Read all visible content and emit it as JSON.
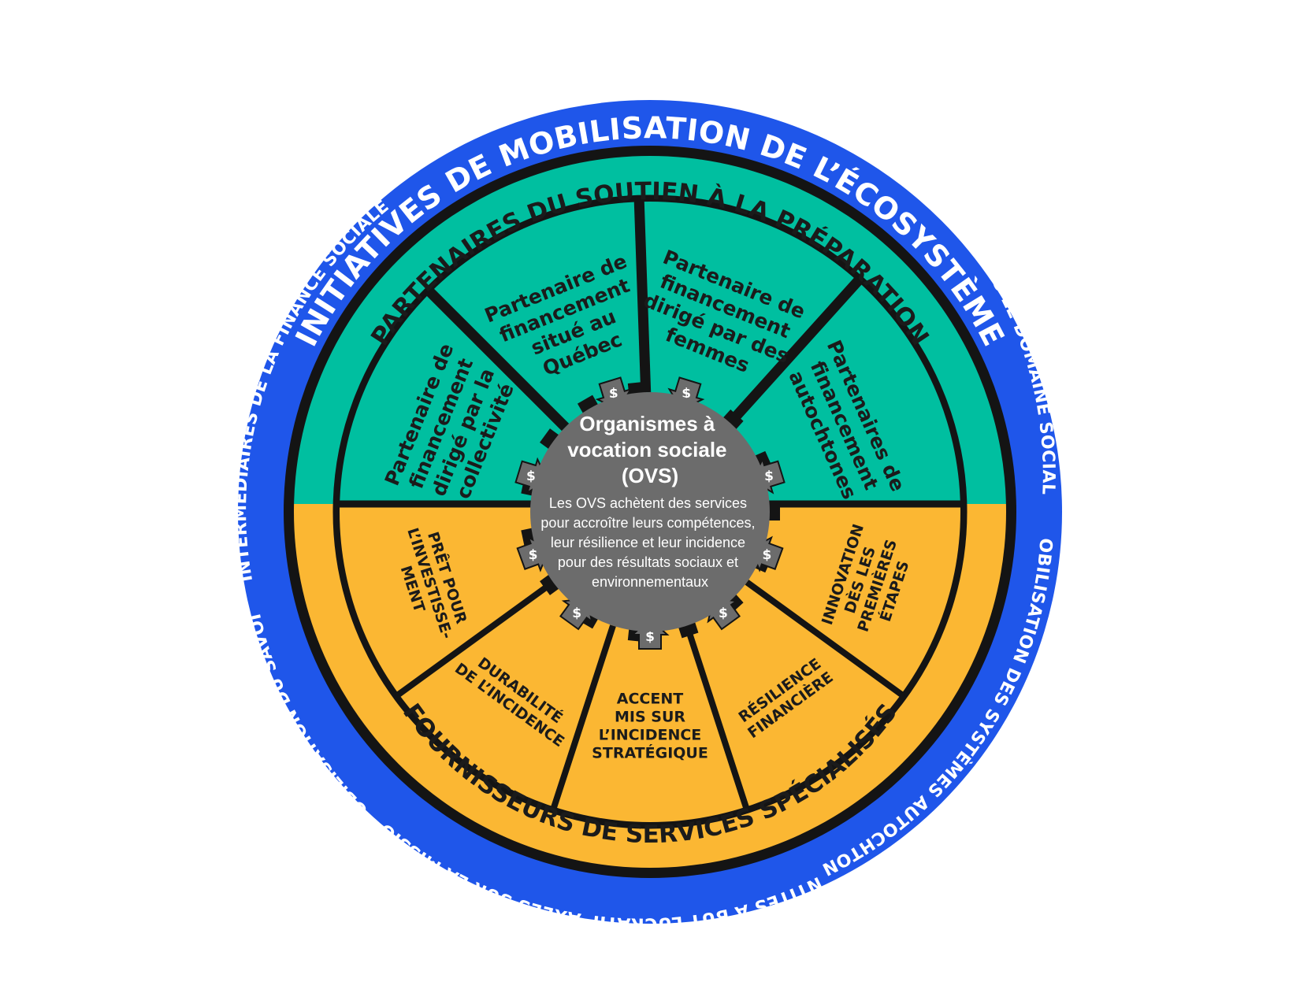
{
  "colors": {
    "outer_ring": "#1f56ea",
    "dark_ring": "#141414",
    "teal": "#00bfa0",
    "gold": "#fbb733",
    "hub": "#6c6c6c",
    "white": "#ffffff"
  },
  "outer_ring": {
    "title": "INITIATIVES DE MOBILISATION DE L’ÉCOSYSTÈME",
    "labels": [
      "INTERMÉDIAIRES DE LA FINANCE SOCIALE",
      "R ET D DANS LE DOMAINE SOCIAL",
      "MOBILISATION DES SYSTÈMES AUTOCHTONES",
      "ENTITÉS À BUT LUCRATIF AXÉES SUR LA MISSION",
      "MOBILISATION DU SAVOIR"
    ]
  },
  "top_band": {
    "title": "PARTENAIRES DU SOUTIEN À LA PRÉPARATION",
    "segments": [
      {
        "lines": [
          "Partenaire de",
          "financement",
          "dirigé par la",
          "collectivité"
        ]
      },
      {
        "lines": [
          "Partenaire de",
          "financement",
          "situé au",
          "Québec"
        ]
      },
      {
        "lines": [
          "Partenaire de",
          "financement",
          "dirigé par des",
          "femmes"
        ]
      },
      {
        "lines": [
          "Partenaires de",
          "financement",
          "autochtones"
        ]
      }
    ]
  },
  "bottom_band": {
    "title": "FOURNISSEURS DE SERVICES SPÉCIALISÉS",
    "segments": [
      {
        "lines": [
          "PRÊT POUR",
          "L’INVESTISSE-",
          "MENT"
        ]
      },
      {
        "lines": [
          "DURABILITÉ",
          "DE L’INCIDENCE"
        ]
      },
      {
        "lines": [
          "ACCENT",
          "MIS SUR",
          "L’INCIDENCE",
          "STRATÉGIQUE"
        ]
      },
      {
        "lines": [
          "RÉSILIENCE",
          "FINANCIÈRE"
        ]
      },
      {
        "lines": [
          "INNOVATION",
          "DÈS LES",
          "PREMIÈRES",
          "ÉTAPES"
        ]
      }
    ]
  },
  "hub": {
    "title_lines": [
      "Organismes à",
      "vocation sociale",
      "(OVS)"
    ],
    "body_lines": [
      "Les OVS achètent des services",
      "pour accroître leurs compétences,",
      "leur résilience et leur incidence",
      "pour des résultats sociaux et",
      "environnementaux"
    ]
  },
  "dollar_symbol": "$"
}
